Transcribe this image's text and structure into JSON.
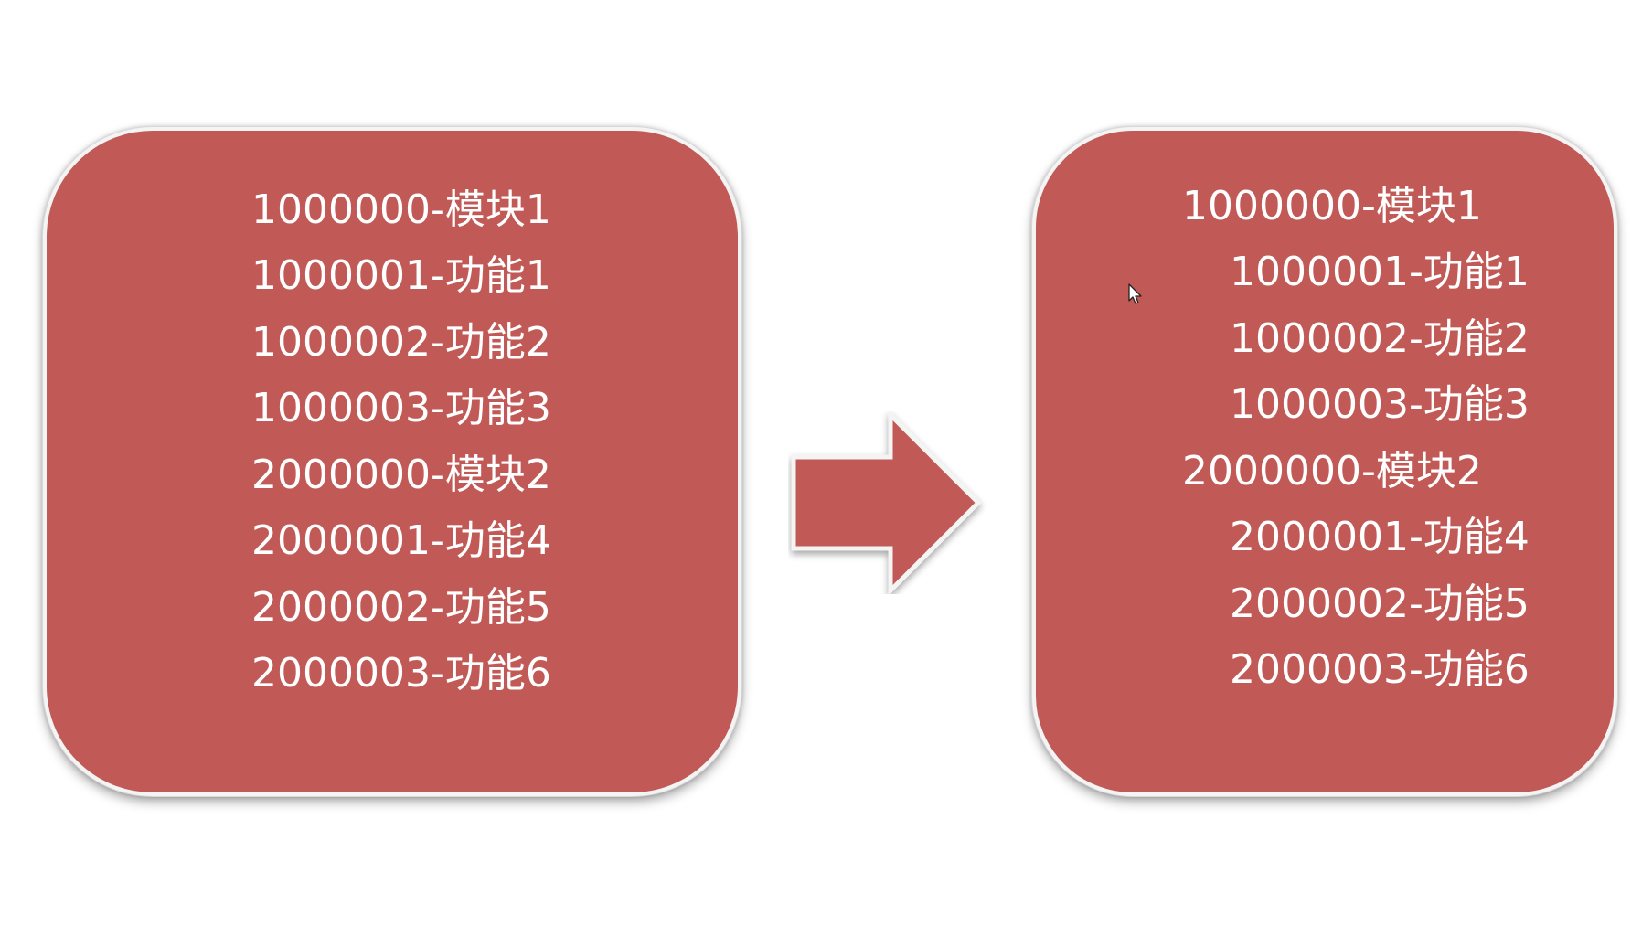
{
  "left_box": {
    "items": [
      "1000000-模块1",
      "1000001-功能1",
      "1000002-功能2",
      "1000003-功能3",
      "2000000-模块2",
      "2000001-功能4",
      "2000002-功能5",
      "2000003-功能6"
    ]
  },
  "right_box": {
    "items": [
      {
        "text": "1000000-模块1",
        "level": 0
      },
      {
        "text": "1000001-功能1",
        "level": 1
      },
      {
        "text": "1000002-功能2",
        "level": 1
      },
      {
        "text": "1000003-功能3",
        "level": 1
      },
      {
        "text": "2000000-模块2",
        "level": 0
      },
      {
        "text": "2000001-功能4",
        "level": 1
      },
      {
        "text": "2000002-功能5",
        "level": 1
      },
      {
        "text": "2000003-功能6",
        "level": 1
      }
    ]
  },
  "colors": {
    "box_fill": "#c15a56",
    "text": "#ffffff",
    "background": "#ffffff"
  },
  "icons": [
    "right-arrow-icon",
    "mouse-cursor-icon"
  ]
}
